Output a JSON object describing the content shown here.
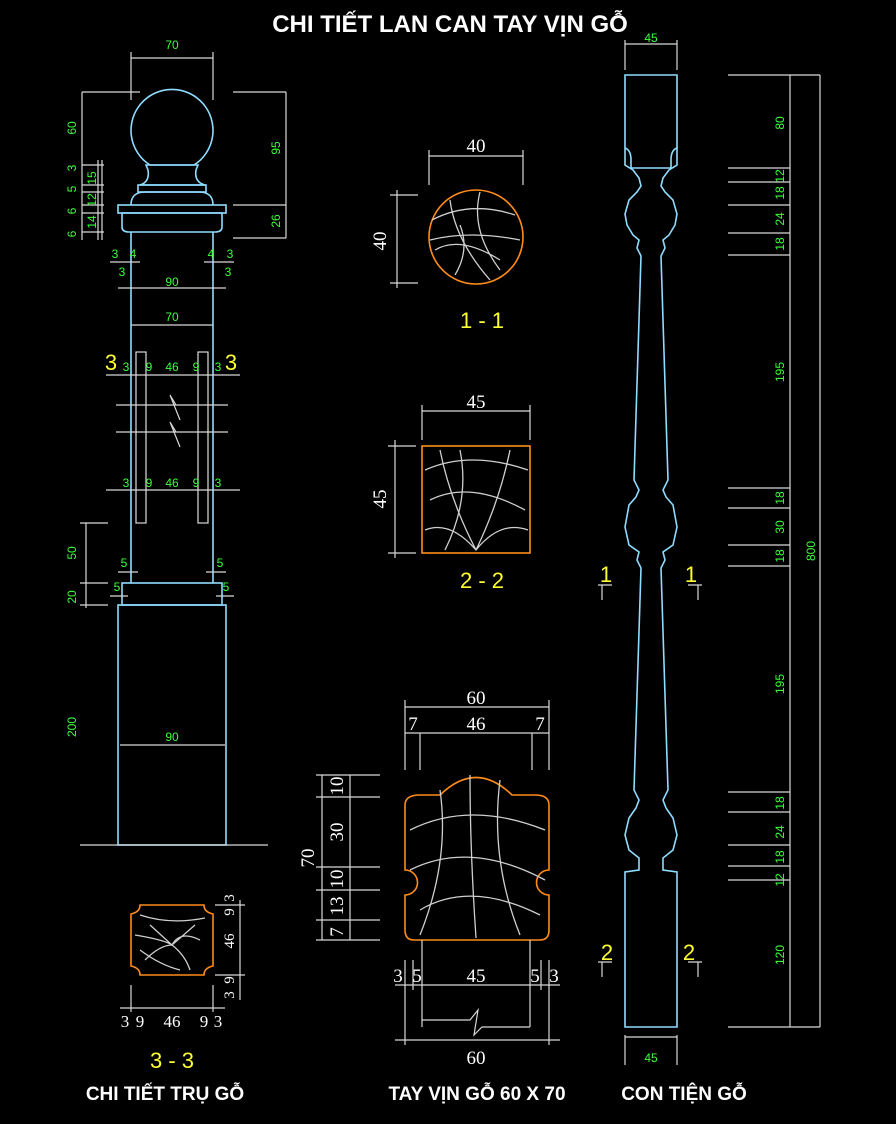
{
  "title": "CHI TIẾT LAN CAN TAY VỊN GỖ",
  "captions": {
    "post": "CHI TIẾT TRỤ GỖ",
    "handrail": "TAY VỊN GỖ 60 X 70",
    "baluster": "CON TIỆN GỖ"
  },
  "sections": {
    "s11": "1 - 1",
    "s22": "2 - 2",
    "s33": "3 - 3",
    "m1": "1",
    "m2": "2",
    "m3": "3"
  },
  "post_dims": [
    "70",
    "60",
    "3",
    "5",
    "6",
    "6",
    "15",
    "12",
    "14",
    "95",
    "26",
    "3",
    "4",
    "4",
    "3",
    "3",
    "3",
    "90",
    "70",
    "3",
    "9",
    "46",
    "9",
    "3",
    "3",
    "9",
    "46",
    "9",
    "3",
    "50",
    "20",
    "5",
    "5",
    "5",
    "5",
    "200",
    "90"
  ],
  "section33_dims": [
    "9",
    "3",
    "46",
    "3",
    "9",
    "3",
    "9",
    "46",
    "9",
    "3"
  ],
  "s11_dims": [
    "40",
    "40"
  ],
  "s22_dims": [
    "45",
    "45"
  ],
  "handrail_dims": [
    "60",
    "7",
    "46",
    "7",
    "70",
    "10",
    "30",
    "10",
    "13",
    "7",
    "3",
    "5",
    "45",
    "5",
    "3",
    "60"
  ],
  "baluster_dims": [
    "45",
    "45",
    "80",
    "12",
    "18",
    "24",
    "18",
    "195",
    "18",
    "30",
    "18",
    "195",
    "18",
    "24",
    "18",
    "12",
    "120",
    "800"
  ],
  "colors": {
    "background": "#000000",
    "dimension_text": "#3cff3c",
    "outline": "#8fdcff",
    "section": "#ff8c1a",
    "marker": "#ffff33"
  }
}
